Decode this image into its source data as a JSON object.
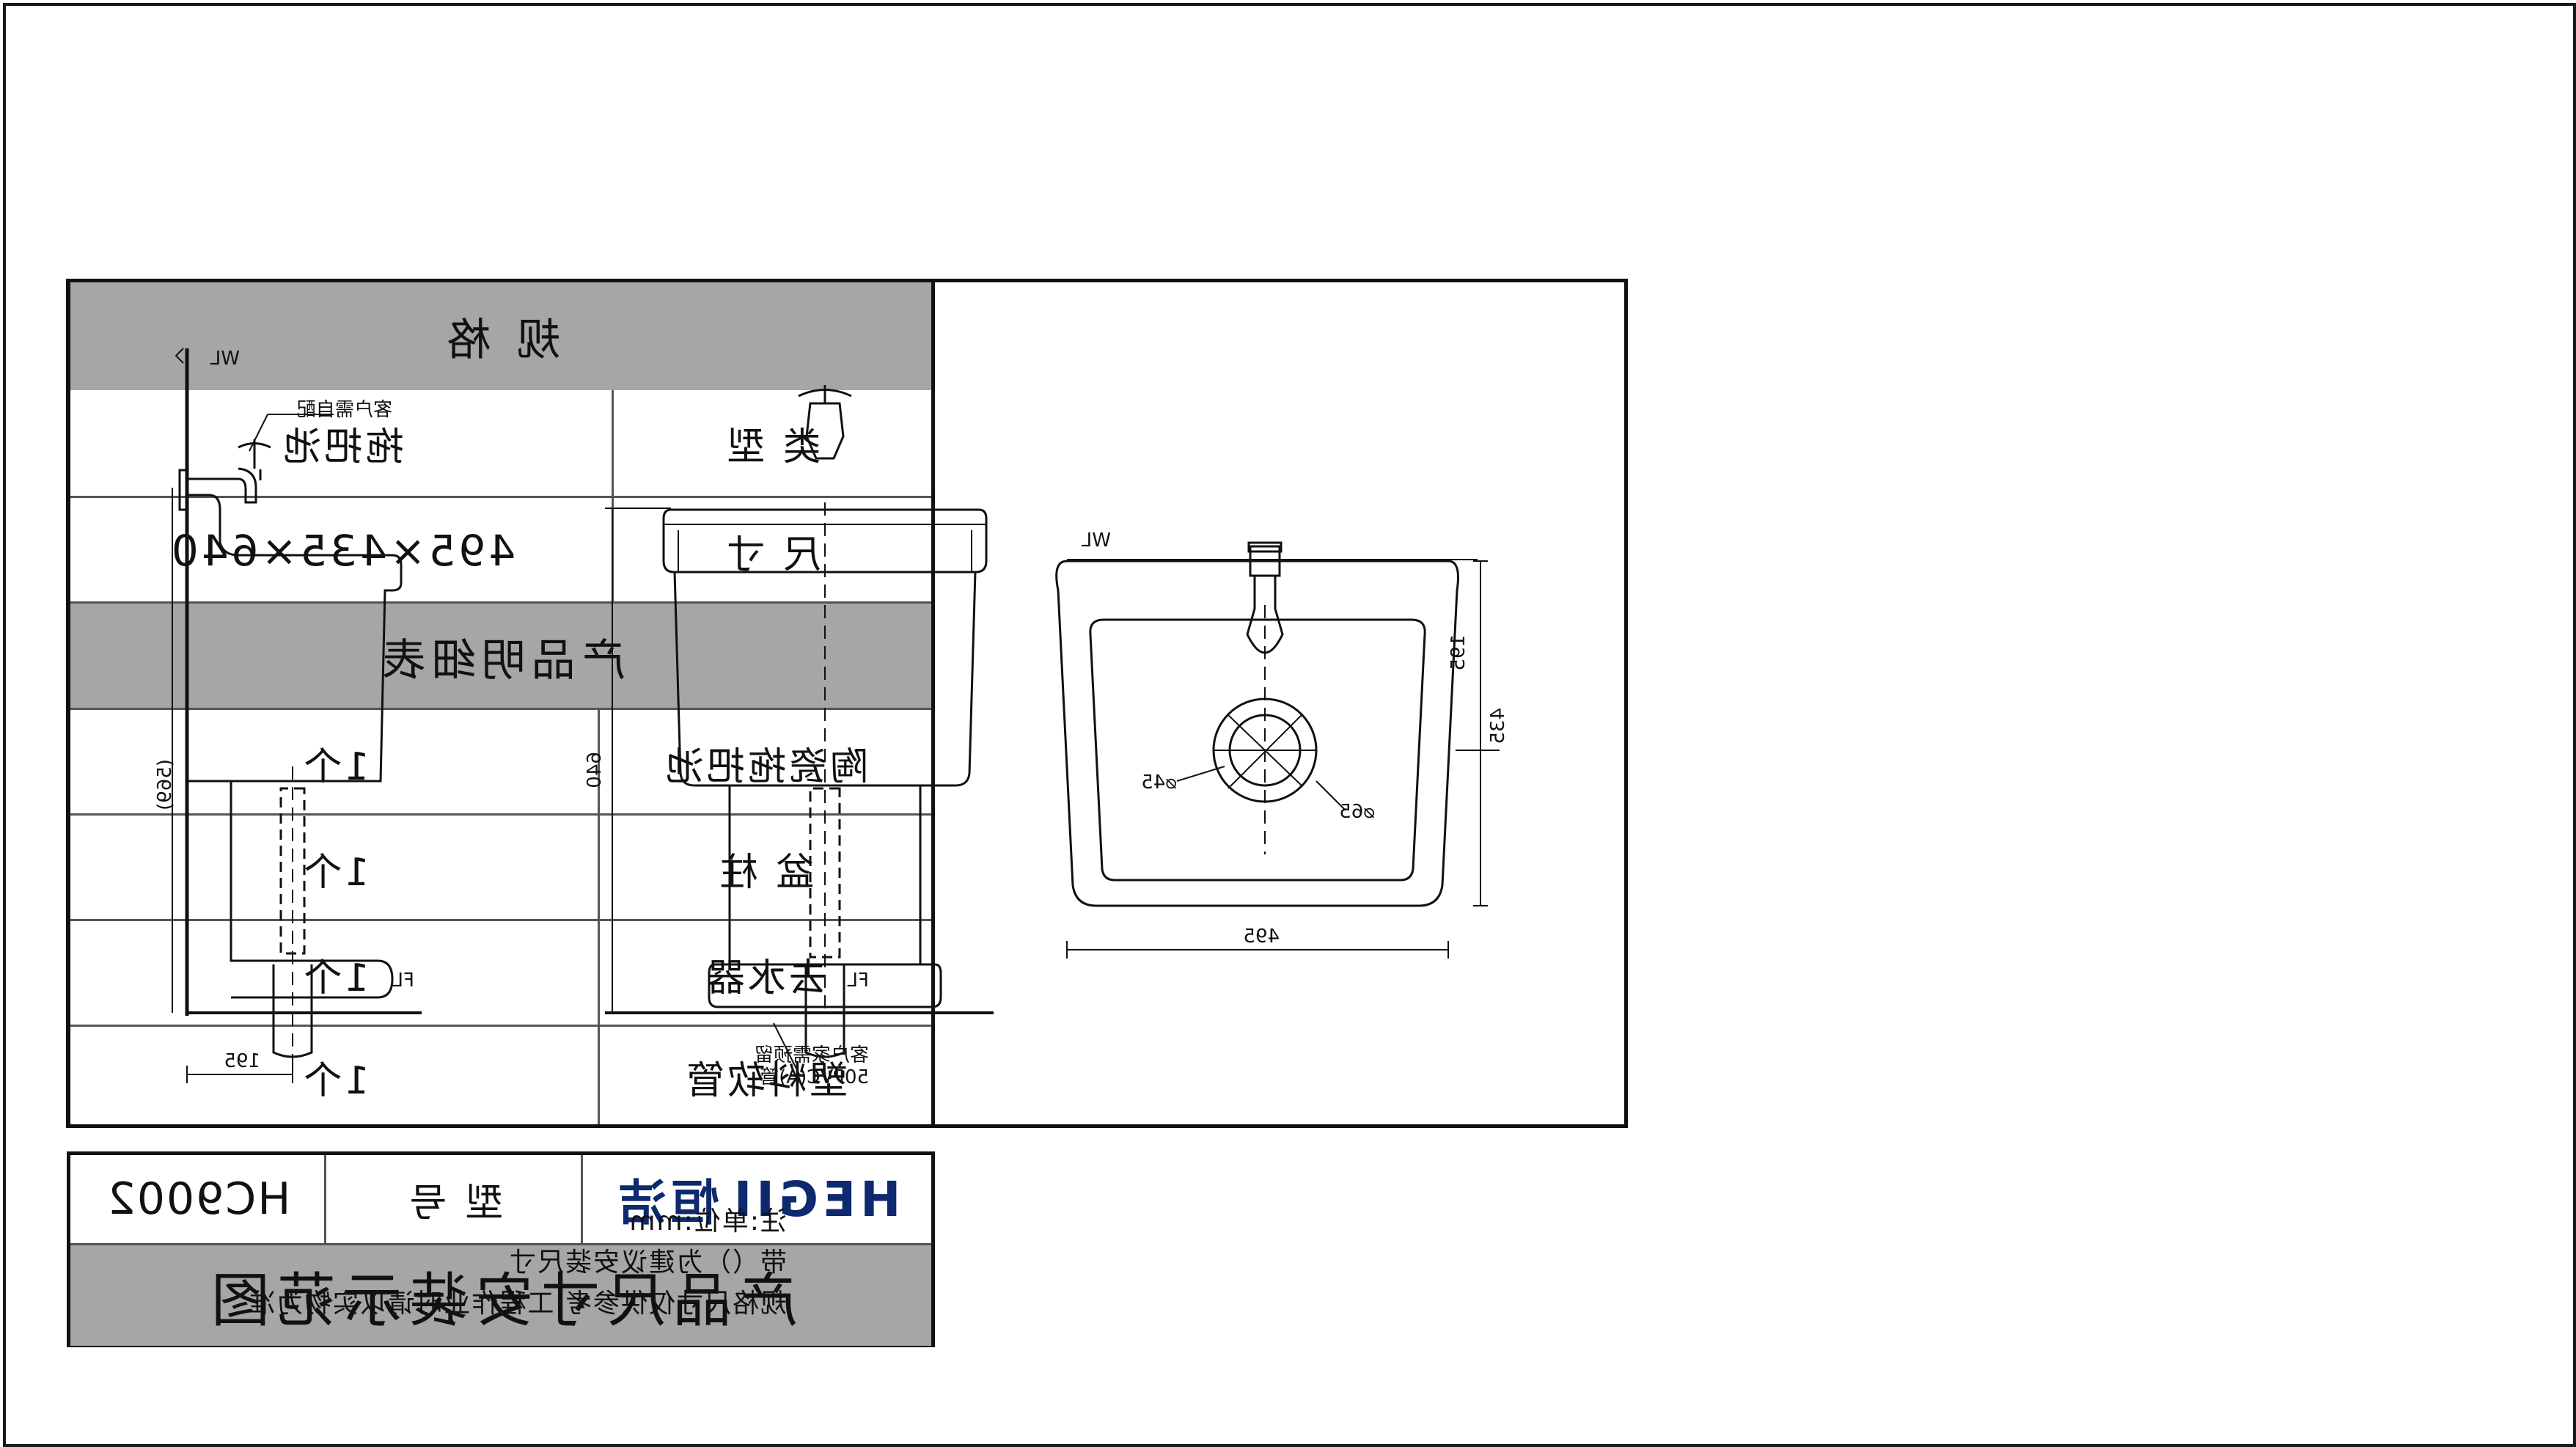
{
  "spec_table": {
    "header": "规 格",
    "rows": [
      {
        "label": "类 型",
        "value": "拖把池"
      },
      {
        "label": "尺 寸",
        "value": "495×435×640"
      }
    ]
  },
  "parts_table": {
    "header": "产品明细表",
    "rows": [
      {
        "name": "陶瓷拖把池",
        "qty": "1个"
      },
      {
        "name": "盆 柱",
        "qty": "1个"
      },
      {
        "name": "去水器",
        "qty": "1个"
      },
      {
        "name": "塑料软管",
        "qty": "1个"
      }
    ]
  },
  "model_box": {
    "brand_cn": "恒洁",
    "brand_en": "HEGII",
    "model_label": "型 号",
    "model_value": "HC9002",
    "title": "产品尺寸安装示范图"
  },
  "drawing": {
    "side_view": {
      "wl": "WL",
      "fl": "FL",
      "faucet_note": "客户需自配",
      "dim_height": "(569)",
      "dim_drain": "195"
    },
    "front_view": {
      "fl": "FL",
      "dim_height": "640",
      "pipe_note_1": "客户家需预留",
      "pipe_note_2": "50PVC(A)管"
    },
    "top_view": {
      "wl": "WL",
      "dim_width": "495",
      "dim_depth": "435",
      "dim_center": "195",
      "dim_inner": "⌀45",
      "dim_outer": "⌀65"
    }
  },
  "notes": [
    "注:单位:mm",
    "带（）为建议安装尺寸",
    "规格尺寸仅供参考,工程作业时请以实物为准"
  ]
}
